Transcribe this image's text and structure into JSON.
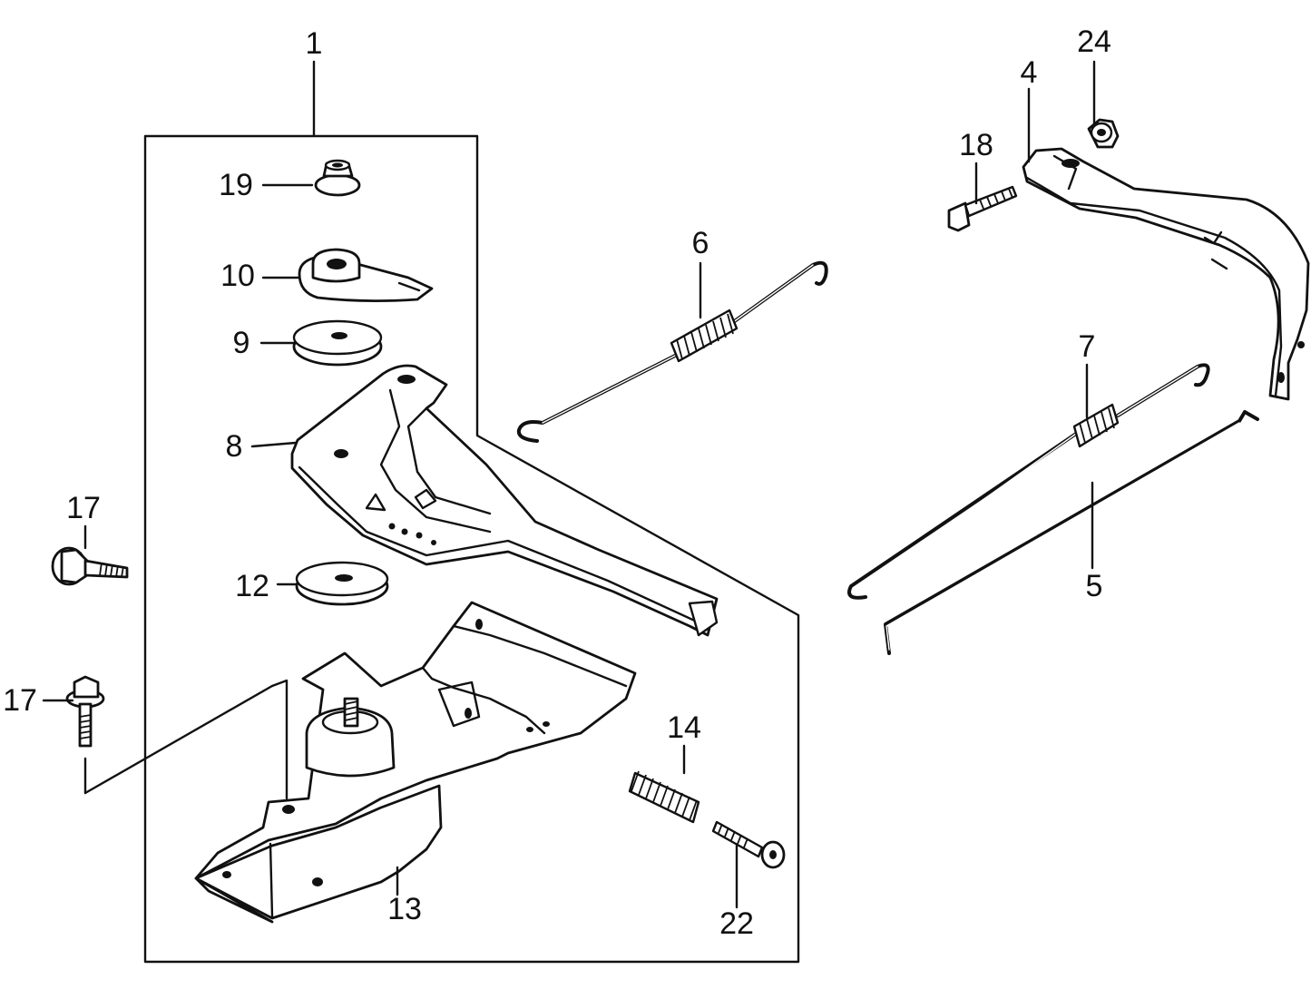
{
  "diagram": {
    "callouts": {
      "c1": "1",
      "c4": "4",
      "c5": "5",
      "c6": "6",
      "c7": "7",
      "c8": "8",
      "c9": "9",
      "c10": "10",
      "c12": "12",
      "c13": "13",
      "c14": "14",
      "c17a": "17",
      "c17b": "17",
      "c18": "18",
      "c19": "19",
      "c22": "22",
      "c24": "24"
    }
  }
}
